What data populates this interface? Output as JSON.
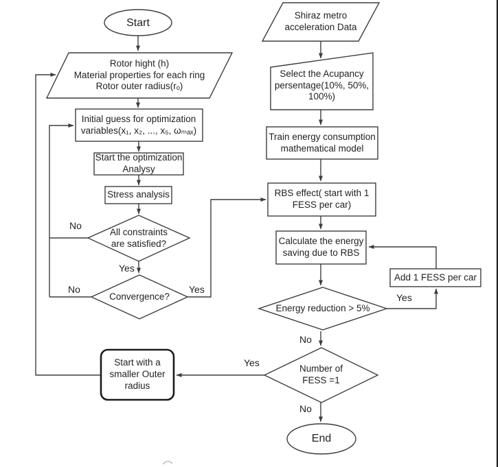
{
  "diagram": {
    "left": {
      "start": "Start",
      "rotor_input": "Rotor hight (h)\nMaterial properties for each ring\nRotor outer radius(rₒ)",
      "initial_guess": "Initial guess for optimization\nvariables(x₁, x₂, ..., x₅, ωₘₐₓ)",
      "start_optimization": "Start the optimization\nAnalysy",
      "stress_analysis": "Stress analysis",
      "constraints": "All constraints\nare satisfied?",
      "convergence": "Convergence?",
      "smaller_radius": "Start with a\nsmaller Outer\nradius"
    },
    "right": {
      "metro_data": "Shiraz metro\nacceleration Data",
      "occupancy": "Select the Acupancy\npersentage(10%, 50%,\n100%)",
      "train_model": "Train energy consumption\nmathematical model",
      "rbs_effect": "RBS effect( start with 1\nFESS per car)",
      "calc_saving": "Calculate the energy\nsaving due to RBS",
      "add_fess": "Add 1 FESS per car",
      "energy_reduction": "Energy reduction > 5%",
      "number_fess": "Number of\nFESS =1",
      "end": "End"
    },
    "labels": {
      "constraints_no": "No",
      "constraints_yes": "Yes",
      "convergence_no": "No",
      "convergence_yes": "Yes",
      "energy_yes": "Yes",
      "energy_no": "No",
      "fess_yes": "Yes",
      "fess_no": "No"
    },
    "colors": {
      "line": "#3d3d3d",
      "line_bold": "#1b1b1b",
      "text": "#1f1f1f",
      "border_edge": "#151515"
    }
  }
}
